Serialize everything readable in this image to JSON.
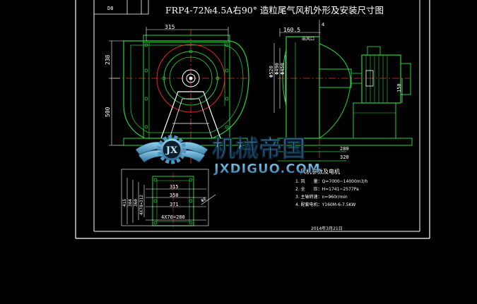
{
  "title_block": {
    "code": "D8"
  },
  "drawing": {
    "title": "FRP4-72№4.5A右90° 造粒尾气风机外形及安装尺寸图",
    "dims": {
      "d315_top": "315",
      "d160_5": "160.5",
      "d4": "4",
      "d238": "238",
      "d500": "500",
      "phi520": "Φ520",
      "phi490": "Φ490",
      "phi450": "Φ450",
      "d150": "150",
      "d280": "280",
      "d320": "320",
      "outlet_note": "出风口"
    },
    "base": {
      "d315": "315",
      "d350": "350",
      "d371": "371",
      "d4x70": "4X70=280",
      "d4x78": "4X78=312",
      "d415": "415",
      "d384": "384",
      "d360": "360",
      "dia": "Φ8"
    }
  },
  "specs": {
    "title": "风机参数及电机",
    "items": [
      "1. 风　　量：Q=7000~14000m3/h",
      "2. 全　　压：H=1741~2577Pa",
      "3. 主轴转速：n=960r/min",
      "4. 配套电机：Y160M-6-7.5KW"
    ],
    "date": "2014年3月21日"
  },
  "watermark": {
    "logo_letters": "JX",
    "brand_cn": "机械帝国",
    "brand_en": "JXDIGUO.COM"
  },
  "colors": {
    "background": "#000000",
    "frame": "#ffffff",
    "green": "#22d63a",
    "red": "#ff2a2a",
    "blue_steel": "#5aa0c8",
    "blue_text": "#3e88b8"
  }
}
